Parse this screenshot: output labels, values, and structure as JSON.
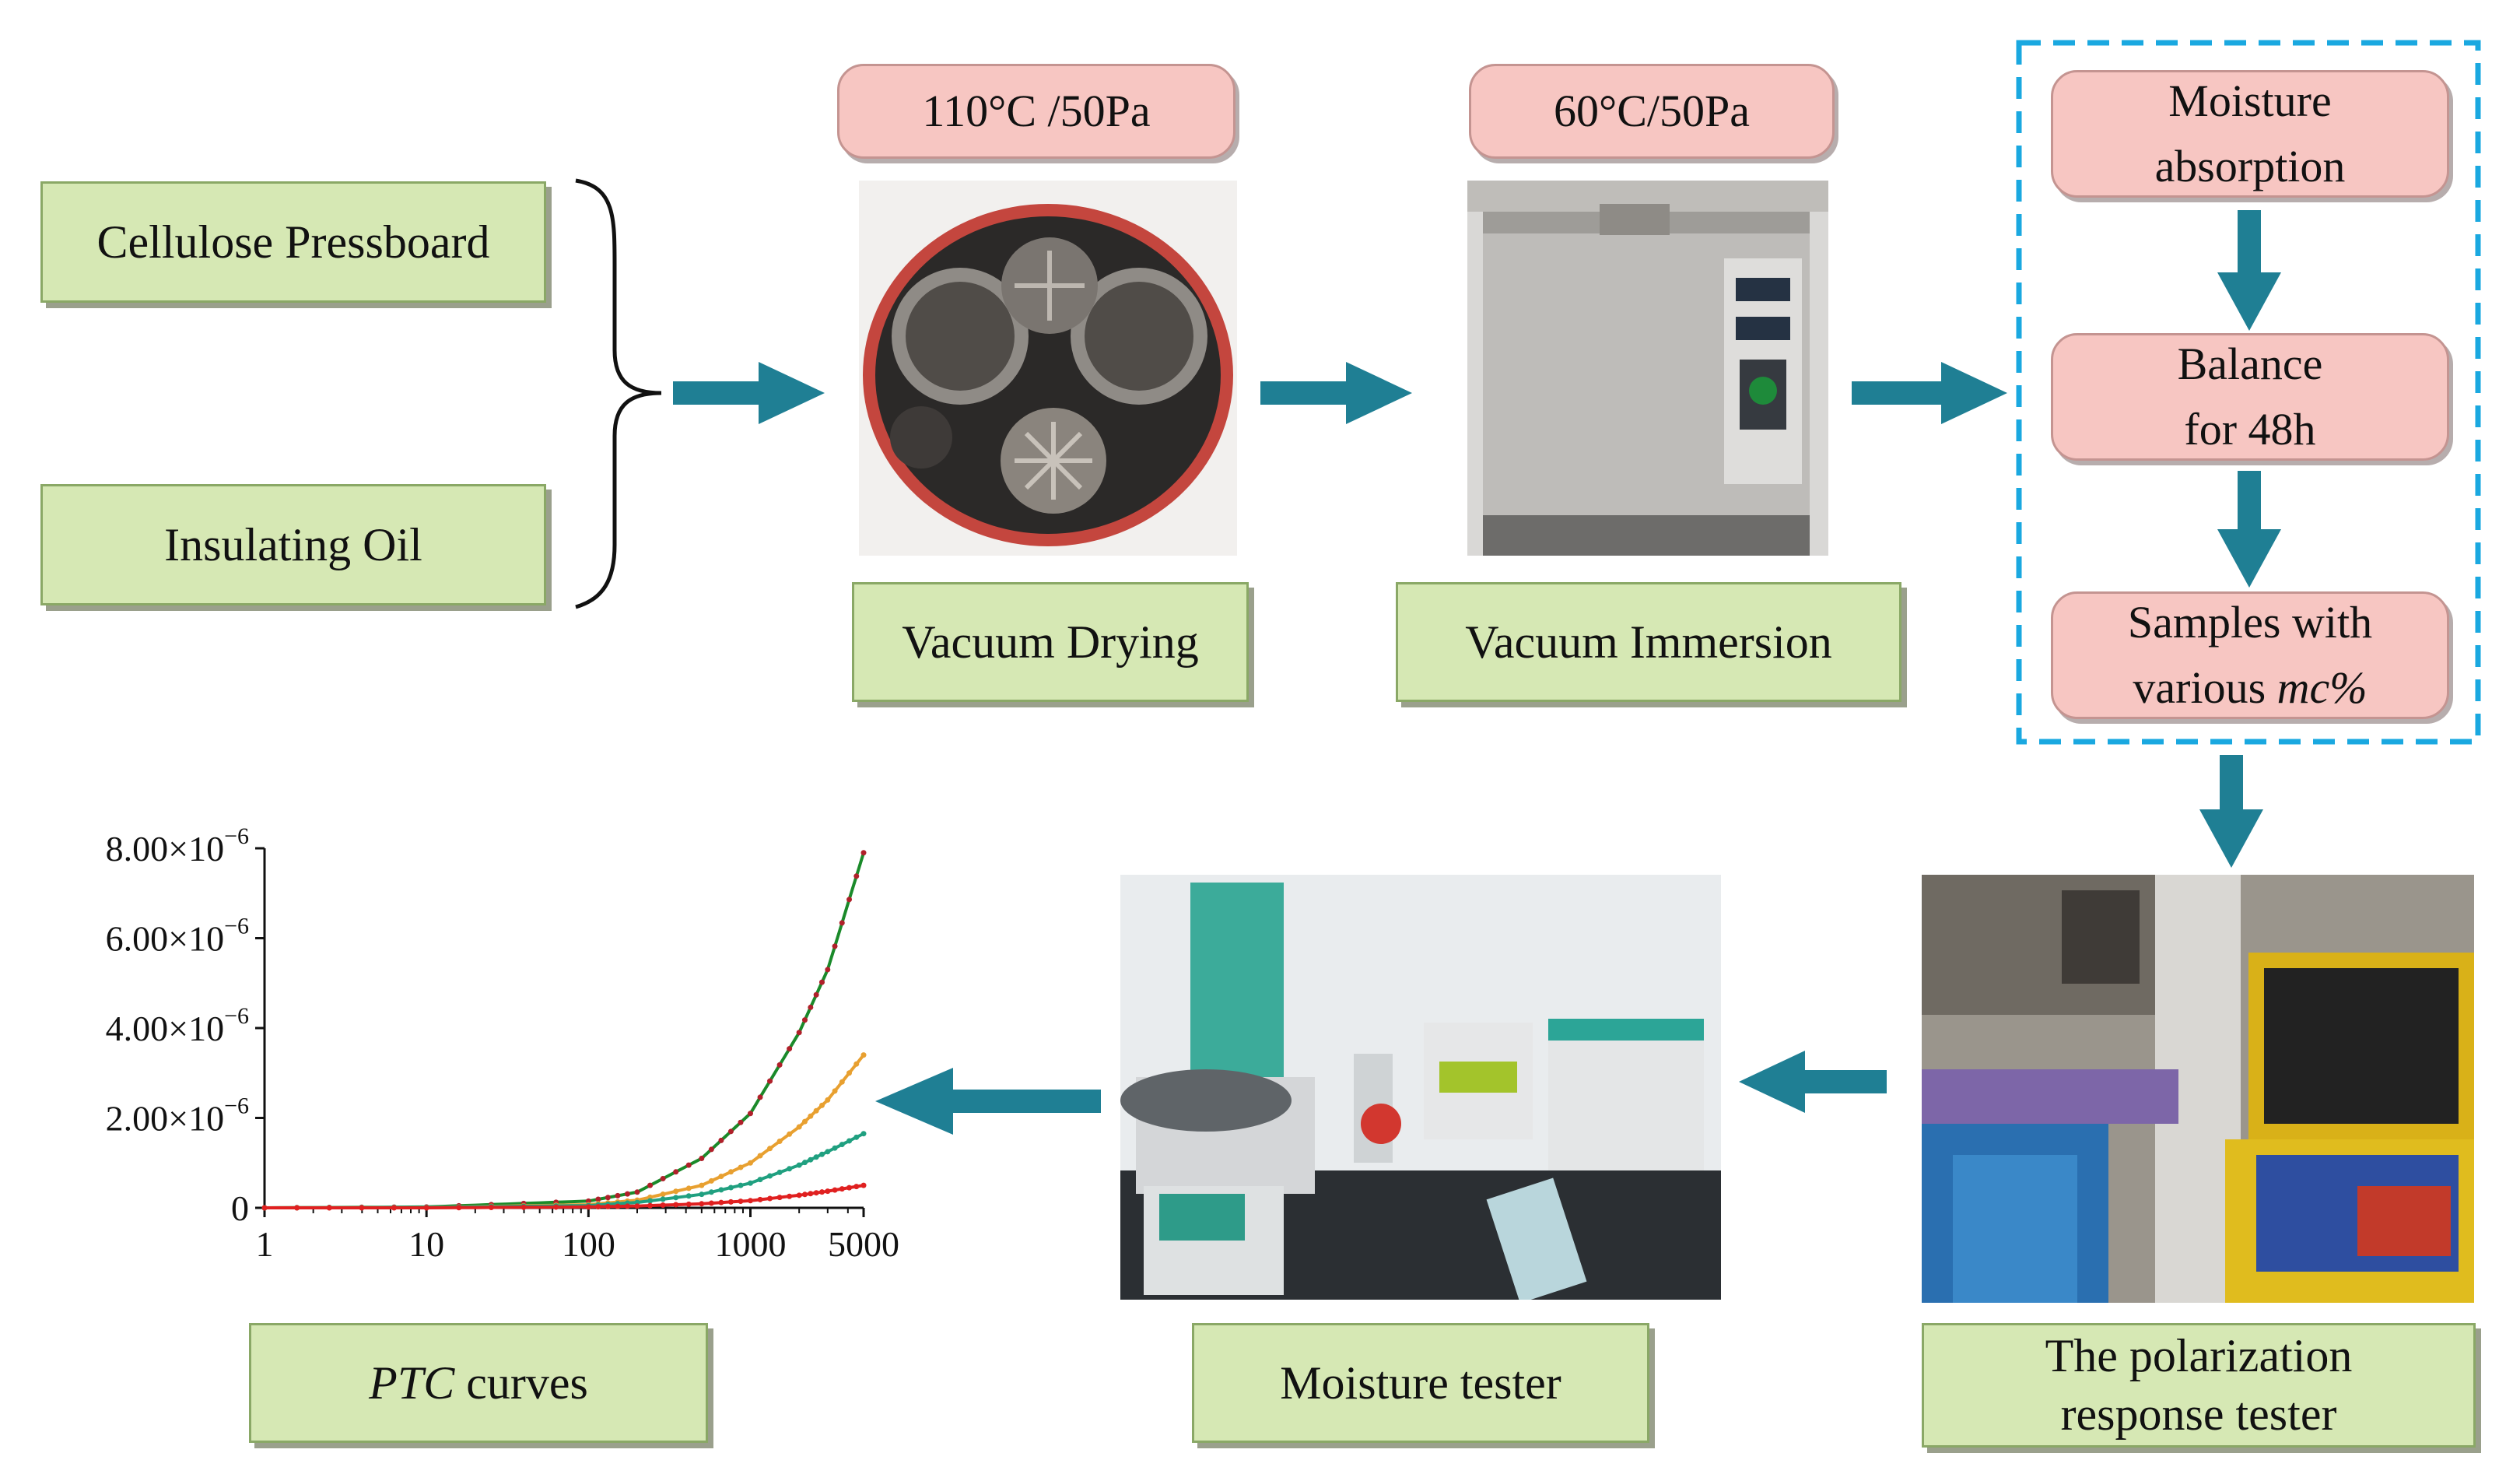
{
  "inputs": {
    "cellulose": "Cellulose Pressboard",
    "oil": "Insulating Oil"
  },
  "steps": {
    "drying_condition": "110°C /50Pa",
    "drying_label": "Vacuum Drying",
    "immersion_condition": "60°C/50Pa",
    "immersion_label": "Vacuum Immersion"
  },
  "process": {
    "moisture_line1": "Moisture",
    "moisture_line2": "absorption",
    "balance_line1": "Balance",
    "balance_line2": "for 48h",
    "samples_line1": "Samples with",
    "samples_line2_prefix": "various ",
    "samples_line2_italic": "mc%"
  },
  "testers": {
    "polarization_line1": "The polarization",
    "polarization_line2": "response tester",
    "moisture_tester": "Moisture tester"
  },
  "result": {
    "ptc_italic": "PTC",
    "ptc_rest": " curves"
  },
  "colors": {
    "box_fill": "#d6e8b4",
    "pill_fill": "#f7c6c2",
    "arrow": "#1f7f94",
    "dashed_frame": "#1aa8e0"
  },
  "chart_data": {
    "type": "line",
    "x_scale": "log",
    "xlim": [
      1,
      5000
    ],
    "ylim": [
      0,
      8e-06
    ],
    "x_ticks": [
      "1",
      "10",
      "100",
      "1000",
      "5000"
    ],
    "x_tick_values": [
      1,
      10,
      100,
      1000,
      5000
    ],
    "y_ticks": [
      {
        "mantissa": "0",
        "exp": ""
      },
      {
        "mantissa": "2.00×10",
        "exp": "−6"
      },
      {
        "mantissa": "4.00×10",
        "exp": "−6"
      },
      {
        "mantissa": "6.00×10",
        "exp": "−6"
      },
      {
        "mantissa": "8.00×10",
        "exp": "−6"
      }
    ],
    "y_tick_values": [
      0,
      2e-06,
      4e-06,
      6e-06,
      8e-06
    ],
    "x": [
      1,
      10,
      100,
      200,
      500,
      1000,
      2000,
      3000,
      5000
    ],
    "series": [
      {
        "color": "#1a8a2a",
        "values": [
          0,
          2e-08,
          1.5e-07,
          3.5e-07,
          1.1e-06,
          2.1e-06,
          3.9e-06,
          5.3e-06,
          7.9e-06
        ]
      },
      {
        "color": "#e8a030",
        "values": [
          0,
          1e-08,
          7e-08,
          1.7e-07,
          5e-07,
          1e-06,
          1.8e-06,
          2.4e-06,
          3.4e-06
        ]
      },
      {
        "color": "#20a080",
        "values": [
          0,
          1e-08,
          5e-08,
          1.2e-07,
          3e-07,
          5.5e-07,
          9.5e-07,
          1.25e-06,
          1.65e-06
        ]
      },
      {
        "color": "#e02020",
        "values": [
          0,
          0.0,
          2e-08,
          4e-08,
          9e-08,
          1.6e-07,
          2.8e-07,
          3.7e-07,
          5e-07
        ]
      }
    ]
  }
}
